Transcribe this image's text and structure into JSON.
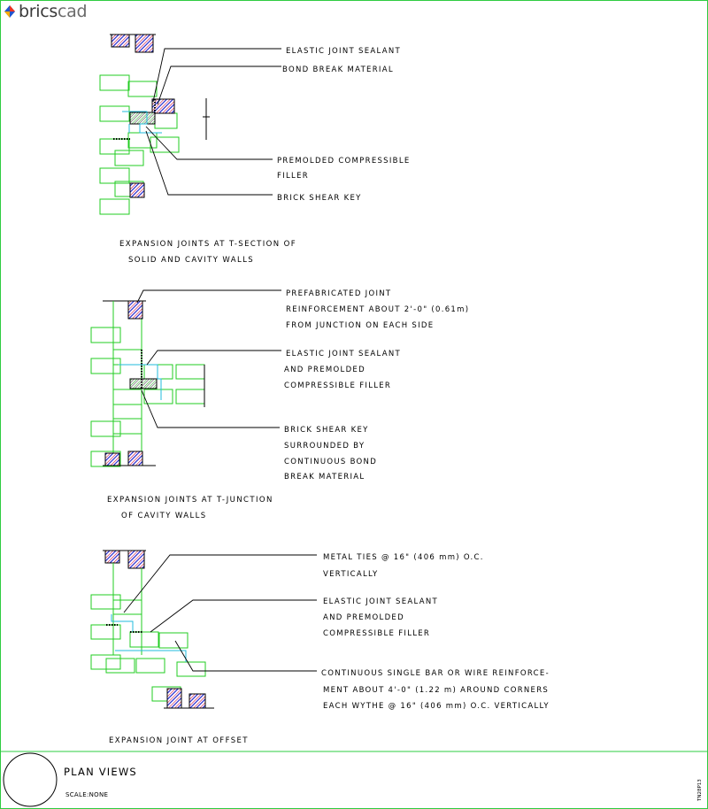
{
  "logo": {
    "brand_prefix": "brics",
    "brand_suffix": "cad"
  },
  "detail1": {
    "labels": [
      "ELASTIC JOINT SEALANT",
      "BOND BREAK MATERIAL",
      "PREMOLDED COMPRESSIBLE",
      "FILLER",
      "BRICK SHEAR KEY"
    ],
    "caption": [
      "EXPANSION JOINTS AT T-SECTION OF",
      "SOLID AND CAVITY WALLS"
    ]
  },
  "detail2": {
    "labels": [
      "PREFABRICATED JOINT",
      "REINFORCEMENT ABOUT 2'-0\" (0.61m)",
      "FROM JUNCTION ON EACH SIDE",
      "ELASTIC JOINT SEALANT",
      "AND PREMOLDED",
      "COMPRESSIBLE FILLER",
      "BRICK SHEAR KEY",
      "SURROUNDED BY",
      "CONTINUOUS BOND",
      "BREAK MATERIAL"
    ],
    "caption": [
      "EXPANSION JOINTS AT T-JUNCTION",
      "OF CAVITY WALLS"
    ]
  },
  "detail3": {
    "labels": [
      "METAL TIES @ 16\" (406 mm) O.C.",
      "VERTICALLY",
      "ELASTIC JOINT SEALANT",
      "AND PREMOLDED",
      "COMPRESSIBLE FILLER",
      "CONTINUOUS SINGLE BAR OR WIRE REINFORCE-",
      "MENT ABOUT 4'-0\" (1.22 m) AROUND CORNERS",
      "EACH WYTHE @ 16\" (406 mm) O.C. VERTICALLY"
    ],
    "caption": [
      "EXPANSION JOINT AT OFFSET"
    ]
  },
  "title_block": {
    "title": "PLAN VIEWS",
    "scale": "SCALE:NONE",
    "code": "TN28P13"
  },
  "colors": {
    "brick_outline": "#22cc22",
    "frame": "#2ecc40",
    "hatch_red": "#cc0033",
    "hatch_blue": "#1a1acc",
    "leader": "#000000",
    "tie_cyan": "#22bbdd"
  }
}
